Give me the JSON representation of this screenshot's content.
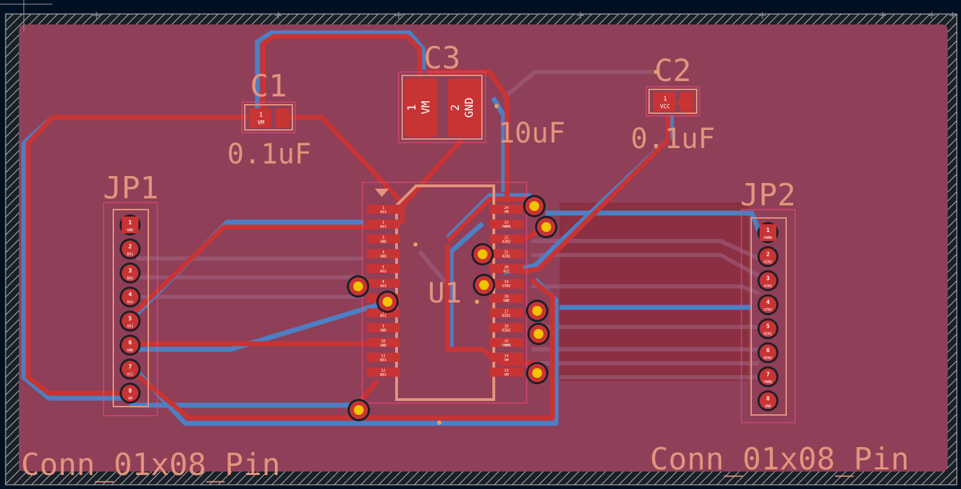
{
  "board": {
    "colors": {
      "background": "#001023",
      "board_fill": "#8f3f57",
      "edge_hatch": "#c8c8c8",
      "copper_front": "#c83434",
      "copper_back": "#4d7fc4",
      "silkscreen": "#e4937e",
      "courtyard": "#e0487a",
      "via_ring": "#c8a000",
      "pad_text": "#ffffff"
    }
  },
  "components": {
    "C1": {
      "reference": "C1",
      "value": "0.1uF",
      "pads": [
        "VM",
        ""
      ]
    },
    "C2": {
      "reference": "C2",
      "value": "0.1uF",
      "pads": [
        "VCC",
        ""
      ]
    },
    "C3": {
      "reference": "C3",
      "value": "10uF",
      "pads": [
        {
          "num": "1",
          "net": "VM"
        },
        {
          "num": "2",
          "net": "GND"
        }
      ]
    },
    "U1": {
      "reference": "U1",
      "left_pads": [
        {
          "num": "1",
          "net": "AO1"
        },
        {
          "num": "2",
          "net": "AO1"
        },
        {
          "num": "3",
          "net": "GND"
        },
        {
          "num": "4",
          "net": "GND"
        },
        {
          "num": "5",
          "net": "AO2"
        },
        {
          "num": "6",
          "net": "AO2"
        },
        {
          "num": "7",
          "net": "BO2"
        },
        {
          "num": "8",
          "net": "BO2"
        },
        {
          "num": "9",
          "net": "GND"
        },
        {
          "num": "10",
          "net": "GND"
        },
        {
          "num": "11",
          "net": "BO1"
        },
        {
          "num": "12",
          "net": "BO1"
        }
      ],
      "right_pads": [
        {
          "num": "24",
          "net": "VM"
        },
        {
          "num": "23",
          "net": "PWMA"
        },
        {
          "num": "22",
          "net": "AIN2"
        },
        {
          "num": "21",
          "net": "AIN1"
        },
        {
          "num": "20",
          "net": "VCC"
        },
        {
          "num": "19",
          "net": "STBY"
        },
        {
          "num": "18",
          "net": "GND"
        },
        {
          "num": "17",
          "net": "BIN1"
        },
        {
          "num": "16",
          "net": "BIN2"
        },
        {
          "num": "15",
          "net": "PWMB"
        },
        {
          "num": "14",
          "net": "VM"
        },
        {
          "num": "13",
          "net": "VM"
        }
      ]
    },
    "JP1": {
      "reference": "JP1",
      "value": "Conn_01x08_Pin",
      "pins": [
        {
          "num": "1",
          "net": "GND"
        },
        {
          "num": "2",
          "net": "BO1"
        },
        {
          "num": "3",
          "net": "BO2"
        },
        {
          "num": "4",
          "net": "AO2"
        },
        {
          "num": "5",
          "net": "AO1"
        },
        {
          "num": "6",
          "net": "GND"
        },
        {
          "num": "7",
          "net": "VCC"
        },
        {
          "num": "8",
          "net": "VM"
        }
      ]
    },
    "JP2": {
      "reference": "JP2",
      "value": "Conn_01x08_Pin",
      "pins": [
        {
          "num": "1",
          "net": "PWMA"
        },
        {
          "num": "2",
          "net": "AIN2"
        },
        {
          "num": "3",
          "net": "AIN1"
        },
        {
          "num": "4",
          "net": "STBY"
        },
        {
          "num": "5",
          "net": "BIN1"
        },
        {
          "num": "6",
          "net": "BIN2"
        },
        {
          "num": "7",
          "net": "PWMB"
        },
        {
          "num": "8",
          "net": "GND"
        }
      ]
    }
  }
}
